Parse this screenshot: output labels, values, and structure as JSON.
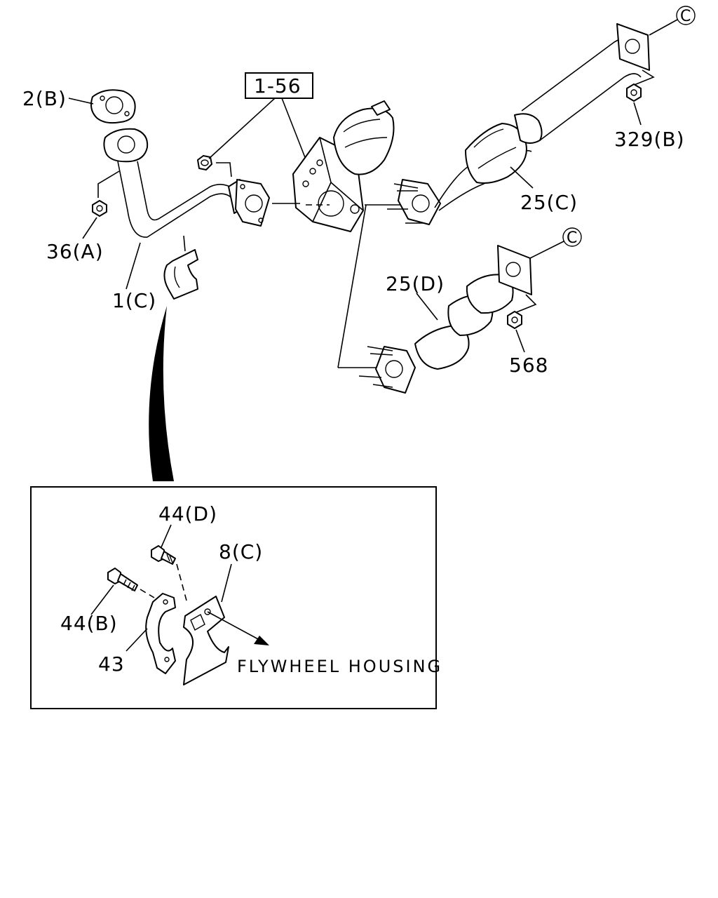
{
  "labels": {
    "gasket_2b": "2(B)",
    "nut_36a": "36(A)",
    "pipe_1c": "1(C)",
    "ref_1_56": "1-56",
    "pipe_25c": "25(C)",
    "nut_329b": "329(B)",
    "pipe_25d": "25(D)",
    "nut_568": "568",
    "circle_c_top": "C",
    "circle_c_mid": "C"
  },
  "detail": {
    "bolt_44d": "44(D)",
    "bolt_44b": "44(B)",
    "bracket_8c": "8(C)",
    "clamp_43": "43",
    "note": "FLYWHEEL HOUSING"
  }
}
